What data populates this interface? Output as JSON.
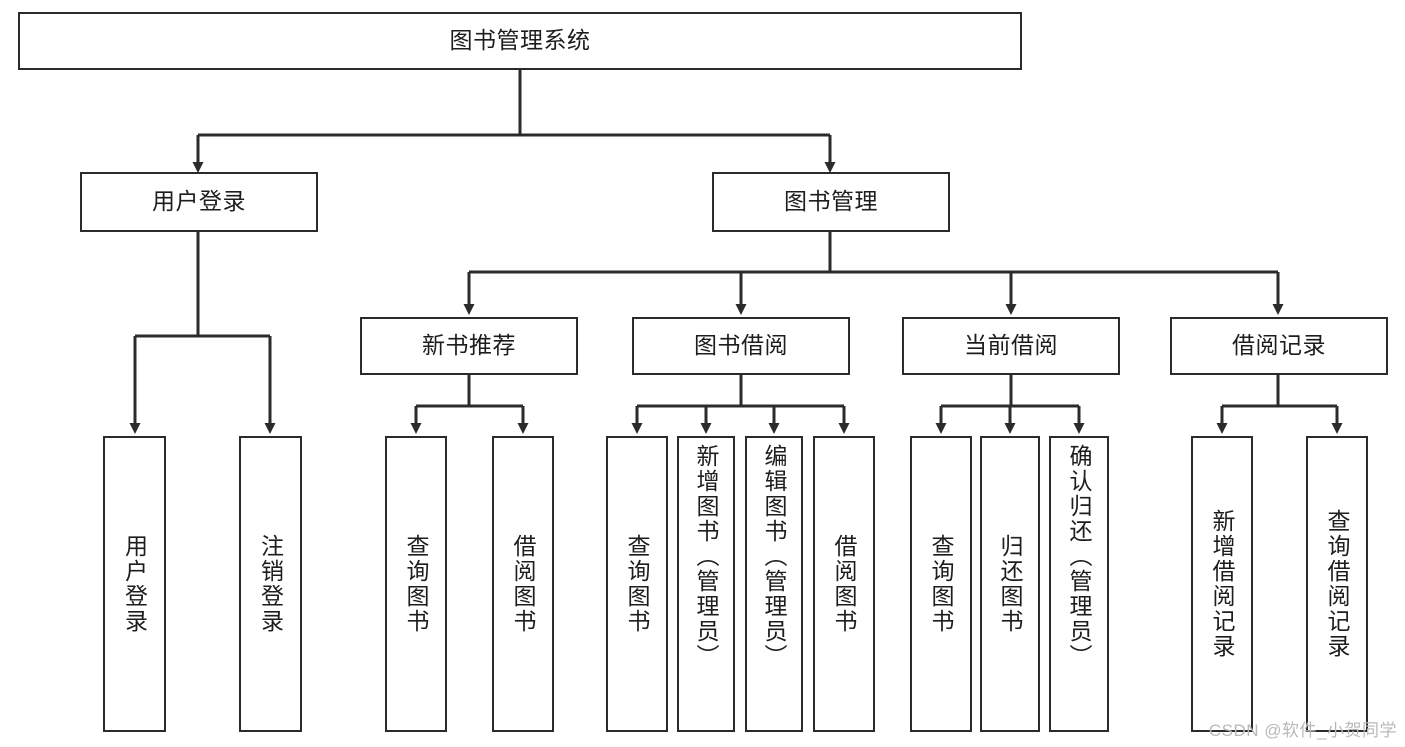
{
  "diagram": {
    "title": "图书管理系统",
    "type": "tree-hierarchy-chart",
    "root": {
      "id": "root",
      "label": "图书管理系统",
      "orientation": "horizontal"
    },
    "level1": [
      {
        "id": "user-login",
        "label": "用户登录",
        "orientation": "horizontal"
      },
      {
        "id": "book-management",
        "label": "图书管理",
        "orientation": "horizontal"
      }
    ],
    "level2": [
      {
        "id": "new-book-recommend",
        "label": "新书推荐",
        "orientation": "horizontal",
        "parent": "book-management"
      },
      {
        "id": "book-borrow",
        "label": "图书借阅",
        "orientation": "horizontal",
        "parent": "book-management"
      },
      {
        "id": "current-borrow",
        "label": "当前借阅",
        "orientation": "horizontal",
        "parent": "book-management"
      },
      {
        "id": "borrow-record",
        "label": "借阅记录",
        "orientation": "horizontal",
        "parent": "book-management"
      }
    ],
    "leaves": [
      {
        "id": "leaf-user-login",
        "label": "用户登录",
        "orientation": "vertical",
        "parent": "user-login"
      },
      {
        "id": "leaf-user-logout",
        "label": "注销登录",
        "orientation": "vertical",
        "parent": "user-login"
      },
      {
        "id": "leaf-query-book-1",
        "label": "查询图书",
        "orientation": "vertical",
        "parent": "new-book-recommend"
      },
      {
        "id": "leaf-borrow-book-1",
        "label": "借阅图书",
        "orientation": "vertical",
        "parent": "new-book-recommend"
      },
      {
        "id": "leaf-query-book-2",
        "label": "查询图书",
        "orientation": "vertical",
        "parent": "book-borrow"
      },
      {
        "id": "leaf-add-book",
        "label": "新增图书（管理员）",
        "orientation": "vertical",
        "parent": "book-borrow"
      },
      {
        "id": "leaf-edit-book",
        "label": "编辑图书（管理员）",
        "orientation": "vertical",
        "parent": "book-borrow"
      },
      {
        "id": "leaf-borrow-book-2",
        "label": "借阅图书",
        "orientation": "vertical",
        "parent": "book-borrow"
      },
      {
        "id": "leaf-query-book-3",
        "label": "查询图书",
        "orientation": "vertical",
        "parent": "current-borrow"
      },
      {
        "id": "leaf-return-book",
        "label": "归还图书",
        "orientation": "vertical",
        "parent": "current-borrow"
      },
      {
        "id": "leaf-confirm-return",
        "label": "确认归还（管理员）",
        "orientation": "vertical",
        "parent": "current-borrow"
      },
      {
        "id": "leaf-add-record",
        "label": "新增借阅记录",
        "orientation": "vertical",
        "parent": "borrow-record"
      },
      {
        "id": "leaf-query-record",
        "label": "查询借阅记录",
        "orientation": "vertical",
        "parent": "borrow-record"
      }
    ],
    "watermark": "CSDN @软件_小贺同学",
    "colors": {
      "stroke": "#2b2b2b",
      "fill": "#ffffff",
      "text": "#1d1d1d",
      "watermark": "#b9b9b9"
    }
  }
}
